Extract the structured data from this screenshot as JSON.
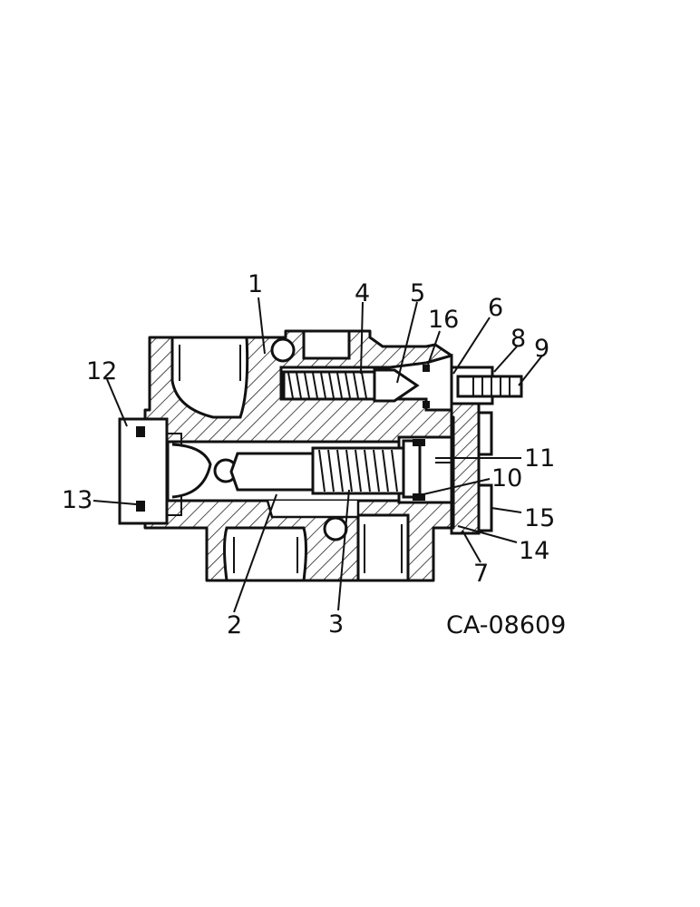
{
  "diagram": {
    "drawing_code": "CA-08609",
    "callouts": [
      "1",
      "2",
      "3",
      "4",
      "5",
      "6",
      "7",
      "8",
      "9",
      "10",
      "11",
      "12",
      "13",
      "14",
      "15",
      "16"
    ]
  }
}
